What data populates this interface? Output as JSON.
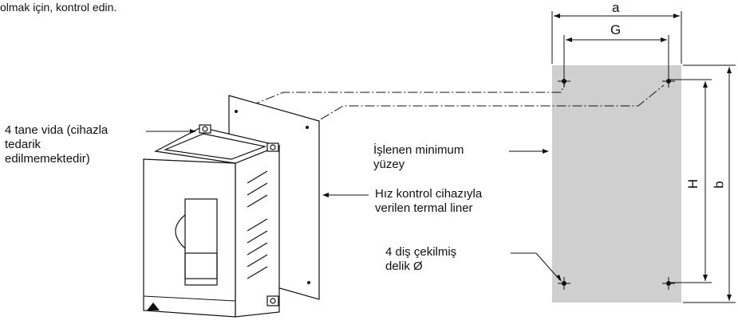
{
  "intro_text": "olmak için, kontrol edin.",
  "labels": {
    "screws": [
      "4 tane vida (cihazla",
      "tedarik",
      "edilmemektedir)"
    ],
    "min_surface": [
      "İşlenen minimum",
      "yüzey"
    ],
    "thermal_liner": [
      "Hız kontrol cihazıyla",
      "verilen termal liner"
    ],
    "tapped_holes": [
      "4 diş çekilmiş",
      "delik Ø"
    ]
  },
  "dimensions": {
    "a": "a",
    "g": "G",
    "h": "H",
    "b": "b"
  },
  "colors": {
    "surface_fill": "#cfcfcf",
    "line": "#111111"
  }
}
